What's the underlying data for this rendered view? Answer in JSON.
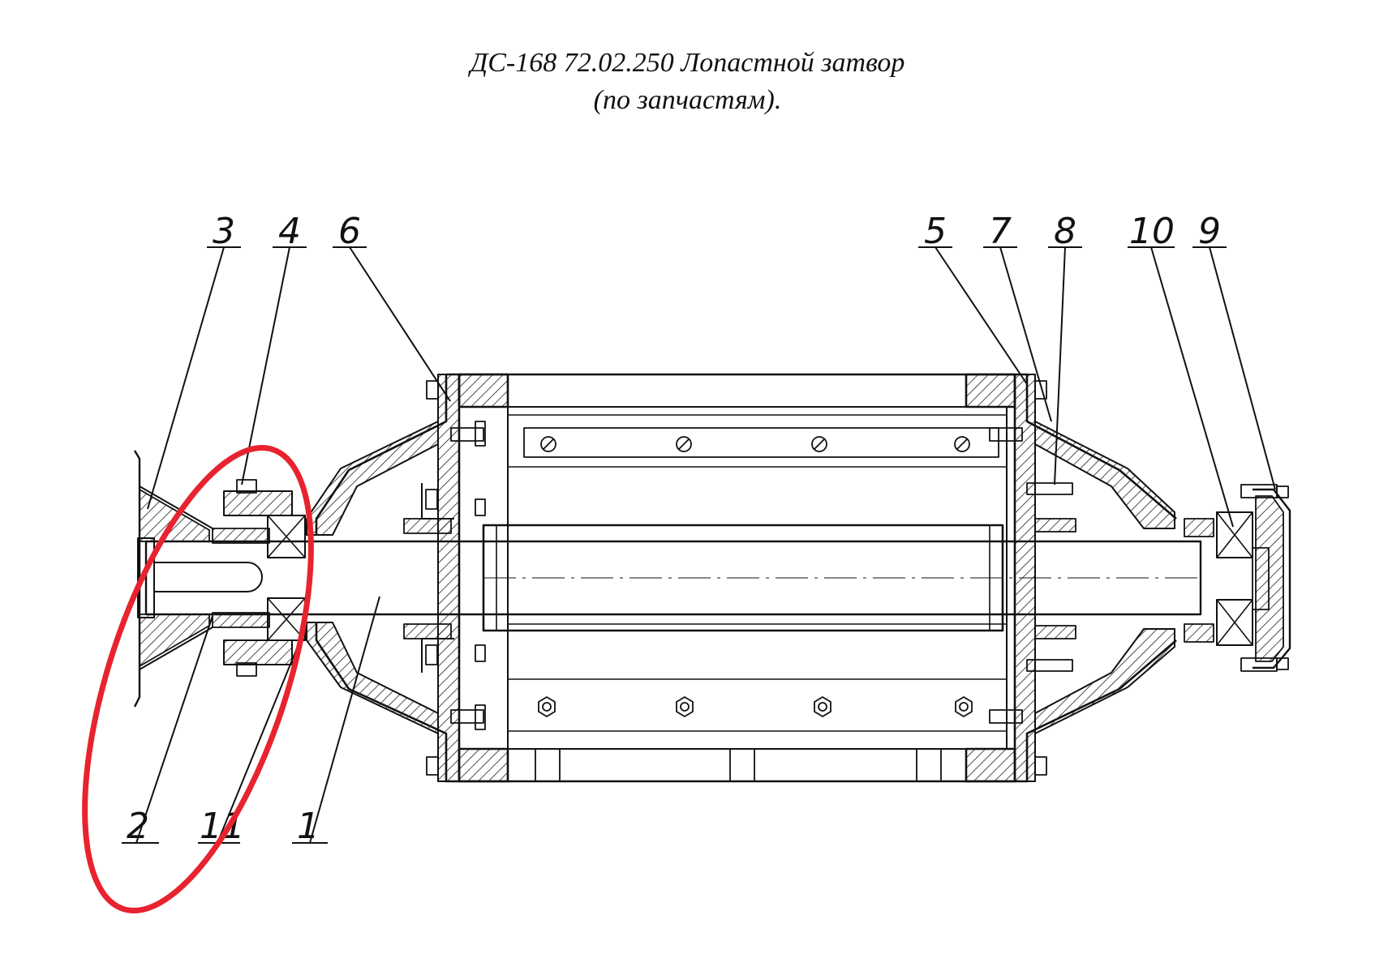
{
  "title": {
    "line1": "ДС-168 72.02.250 Лопастной затвор",
    "line2": "(по запчастям)."
  },
  "callouts": [
    "3",
    "4",
    "6",
    "5",
    "7",
    "8",
    "10",
    "9",
    "2",
    "11",
    "1"
  ],
  "colors": {
    "ink": "#111111",
    "highlight": "#e8232f"
  }
}
